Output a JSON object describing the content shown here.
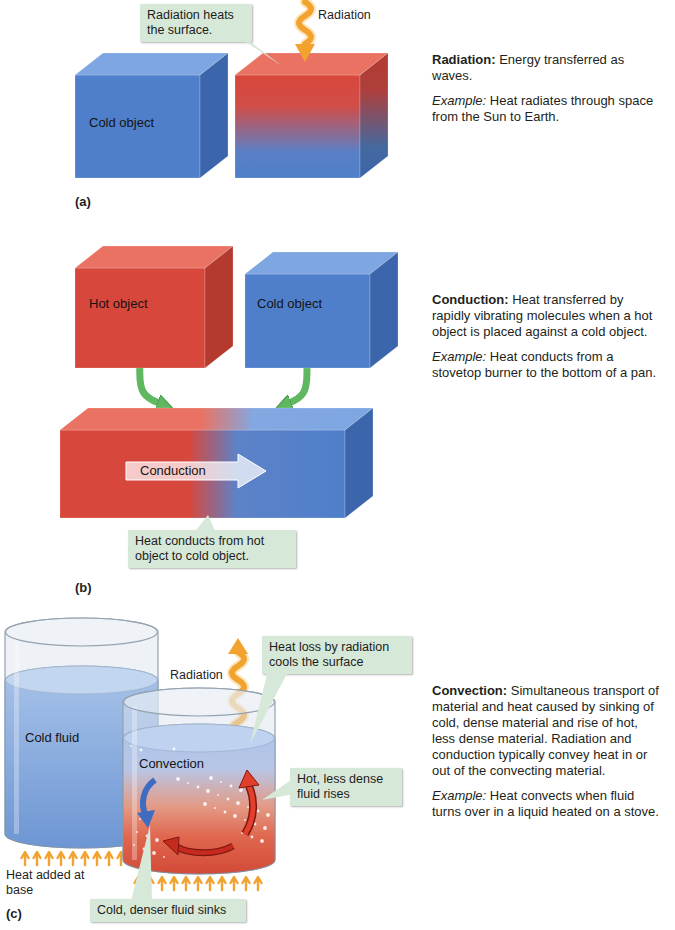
{
  "diagram": {
    "nodes": [
      {
        "text": [
          "Radiation heats the surface."
        ]
      },
      {
        "text": [
          "Cold object"
        ]
      },
      {
        "text": [
          "Hot object"
        ]
      },
      {
        "text": [
          "Cold object"
        ]
      },
      {
        "text": [
          "Conduction"
        ]
      },
      {
        "text": [
          "Heat conducts from hot object to cold object."
        ]
      },
      {
        "text": [
          "Heat loss by radiation cools the surface"
        ]
      },
      {
        "text": [
          "Cold fluid"
        ]
      },
      {
        "text": [
          "Convection"
        ]
      },
      {
        "text": [
          "Hot, less dense fluid rises"
        ]
      },
      {
        "text": [
          "Cold, denser fluid sinks"
        ]
      }
    ],
    "edges": [
      {
        "from": 2,
        "to": 4,
        "arrow": "to"
      },
      {
        "from": 3,
        "to": 4,
        "arrow": "to"
      }
    ],
    "labels": [
      "Radiation",
      "(a)",
      "Radiation:",
      "Energy transferred as waves.",
      "Example:",
      "Heat radiates through space from the Sun to Earth.",
      "(b)",
      "Conduction:",
      "Heat transferred by rapidly vibrating molecules when a hot object is placed against a cold object.",
      "Example:",
      "Heat conducts from a stovetop burner to the bottom of a pan.",
      "Radiation",
      "Heat added at base",
      "(c)",
      "Convection:",
      "Simultaneous transport of material and heat caused by sinking of cold, dense material and rise of hot, less dense material. Radiation and conduction typically convey heat in or out of the convecting material.",
      "Example:",
      "Heat convects when fluid turns over in a liquid heated on a stove."
    ]
  }
}
